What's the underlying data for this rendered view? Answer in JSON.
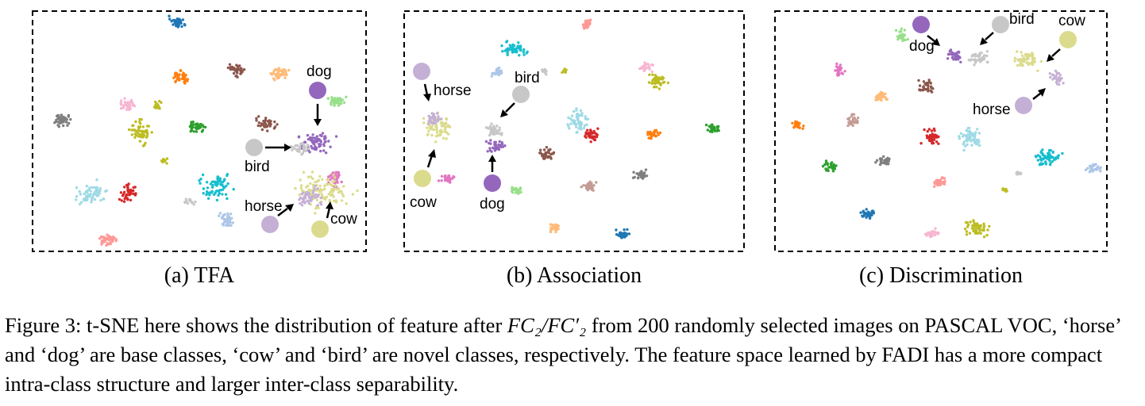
{
  "figure": {
    "panels": [
      {
        "id": "a",
        "caption": "(a) TFA",
        "labels": {
          "dog": "dog",
          "bird": "bird",
          "horse": "horse",
          "cow": "cow"
        }
      },
      {
        "id": "b",
        "caption": "(b) Association",
        "labels": {
          "horse": "horse",
          "bird": "bird",
          "cow": "cow",
          "dog": "dog"
        }
      },
      {
        "id": "c",
        "caption": "(c) Discrimination",
        "labels": {
          "dog": "dog",
          "bird": "bird",
          "cow": "cow",
          "horse": "horse"
        }
      }
    ],
    "class_colors": {
      "dog": "#9467bd",
      "bird": "#c7c7c7",
      "horse": "#c5b0d5",
      "cow": "#dbdb8d"
    },
    "cluster_palette": [
      "#1f77b4",
      "#ff7f0e",
      "#2ca02c",
      "#d62728",
      "#9467bd",
      "#8c564b",
      "#e377c2",
      "#7f7f7f",
      "#bcbd22",
      "#17becf",
      "#aec7e8",
      "#ffbb78",
      "#98df8a",
      "#ff9896",
      "#c5b0d5",
      "#c49c94",
      "#f7b6d2",
      "#c7c7c7",
      "#dbdb8d",
      "#9edae5"
    ]
  },
  "caption": {
    "prefix": "Figure 3: t-SNE here shows the distribution of feature after ",
    "math": "FC₂/FC′₂",
    "suffix": " from 200 randomly selected images on PASCAL VOC, ‘horse’ and ‘dog’ are base classes, ‘cow’ and ‘bird’ are novel classes, respectively. The feature space learned by FADI has a more compact intra-class structure and larger inter-class separability."
  }
}
